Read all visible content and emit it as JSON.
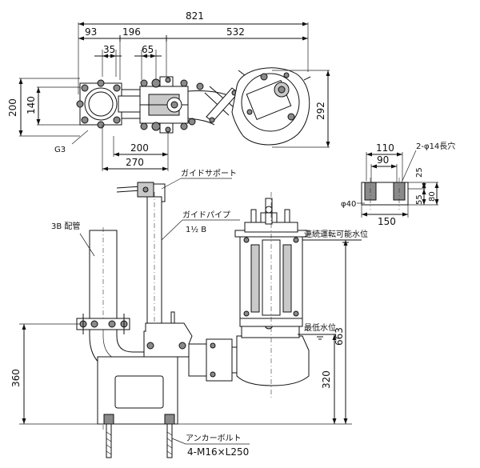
{
  "top_view": {
    "dims": {
      "overall": "821",
      "d93": "93",
      "d196": "196",
      "d532": "532",
      "d35": "35",
      "d65": "65",
      "d200v": "200",
      "d140": "140",
      "d200h": "200",
      "d270": "270",
      "d292": "292"
    },
    "g3_label": "G3"
  },
  "side_view": {
    "labels": {
      "guide_support": "ガイドサポート",
      "guide_pipe": "ガイドパイプ",
      "guide_pipe_size": "1½ B",
      "discharge_pipe": "3B 配管",
      "continuous_level": "連続運転可能水位",
      "min_level": "最低水位",
      "anchor_bolt": "アンカーボルト",
      "anchor_spec": "4-M16×L250"
    },
    "dims": {
      "d360": "360",
      "d320": "320",
      "d663": "663"
    }
  },
  "base_detail": {
    "dims": {
      "d110": "110",
      "d90": "90",
      "hole": "2-φ14長穴",
      "d25": "25",
      "d55": "55",
      "d80": "80",
      "phi40": "φ40",
      "d150": "150"
    }
  }
}
